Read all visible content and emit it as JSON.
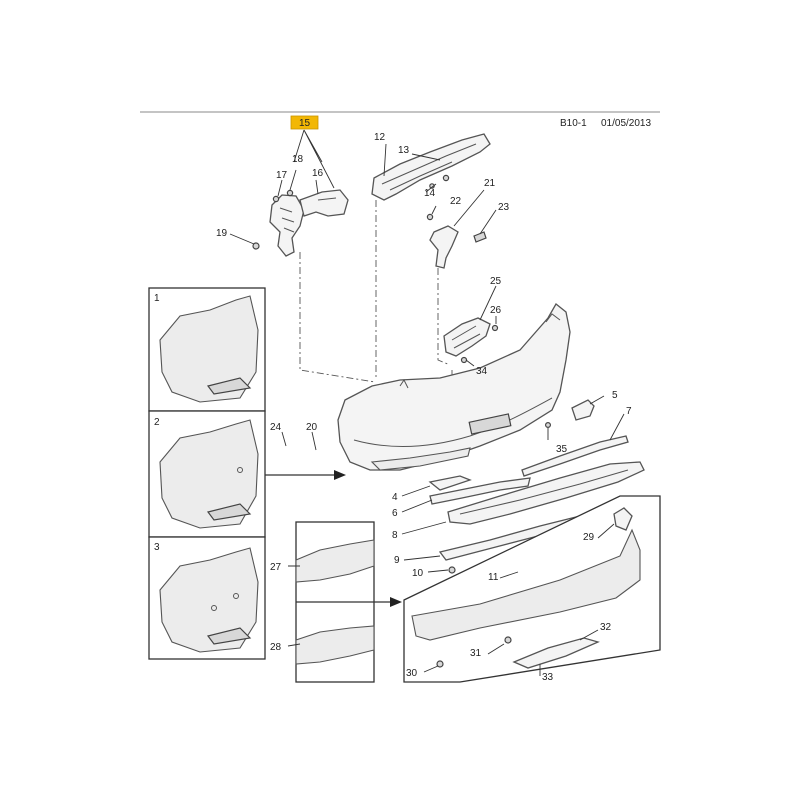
{
  "header": {
    "group_code": "B10-1",
    "date": "01/05/2013",
    "highlighted_callout": "15"
  },
  "callouts": [
    {
      "id": "c1",
      "label": "1"
    },
    {
      "id": "c2",
      "label": "2"
    },
    {
      "id": "c3",
      "label": "3"
    },
    {
      "id": "c4",
      "label": "4"
    },
    {
      "id": "c5",
      "label": "5"
    },
    {
      "id": "c6",
      "label": "6"
    },
    {
      "id": "c7",
      "label": "7"
    },
    {
      "id": "c8",
      "label": "8"
    },
    {
      "id": "c9",
      "label": "9"
    },
    {
      "id": "c10",
      "label": "10"
    },
    {
      "id": "c11",
      "label": "11"
    },
    {
      "id": "c12",
      "label": "12"
    },
    {
      "id": "c13",
      "label": "13"
    },
    {
      "id": "c14",
      "label": "14"
    },
    {
      "id": "c16",
      "label": "16"
    },
    {
      "id": "c17",
      "label": "17"
    },
    {
      "id": "c18",
      "label": "18"
    },
    {
      "id": "c19",
      "label": "19"
    },
    {
      "id": "c20",
      "label": "20"
    },
    {
      "id": "c21",
      "label": "21"
    },
    {
      "id": "c22",
      "label": "22"
    },
    {
      "id": "c23",
      "label": "23"
    },
    {
      "id": "c24",
      "label": "24"
    },
    {
      "id": "c25",
      "label": "25"
    },
    {
      "id": "c26",
      "label": "26"
    },
    {
      "id": "c27",
      "label": "27"
    },
    {
      "id": "c28",
      "label": "28"
    },
    {
      "id": "c29",
      "label": "29"
    },
    {
      "id": "c30",
      "label": "30"
    },
    {
      "id": "c31",
      "label": "31"
    },
    {
      "id": "c32",
      "label": "32"
    },
    {
      "id": "c33",
      "label": "33"
    },
    {
      "id": "c34",
      "label": "34"
    },
    {
      "id": "c35",
      "label": "35"
    }
  ],
  "colors": {
    "highlight": "#f2b705",
    "line": "#333333",
    "part_fill": "#f4f4f4"
  }
}
